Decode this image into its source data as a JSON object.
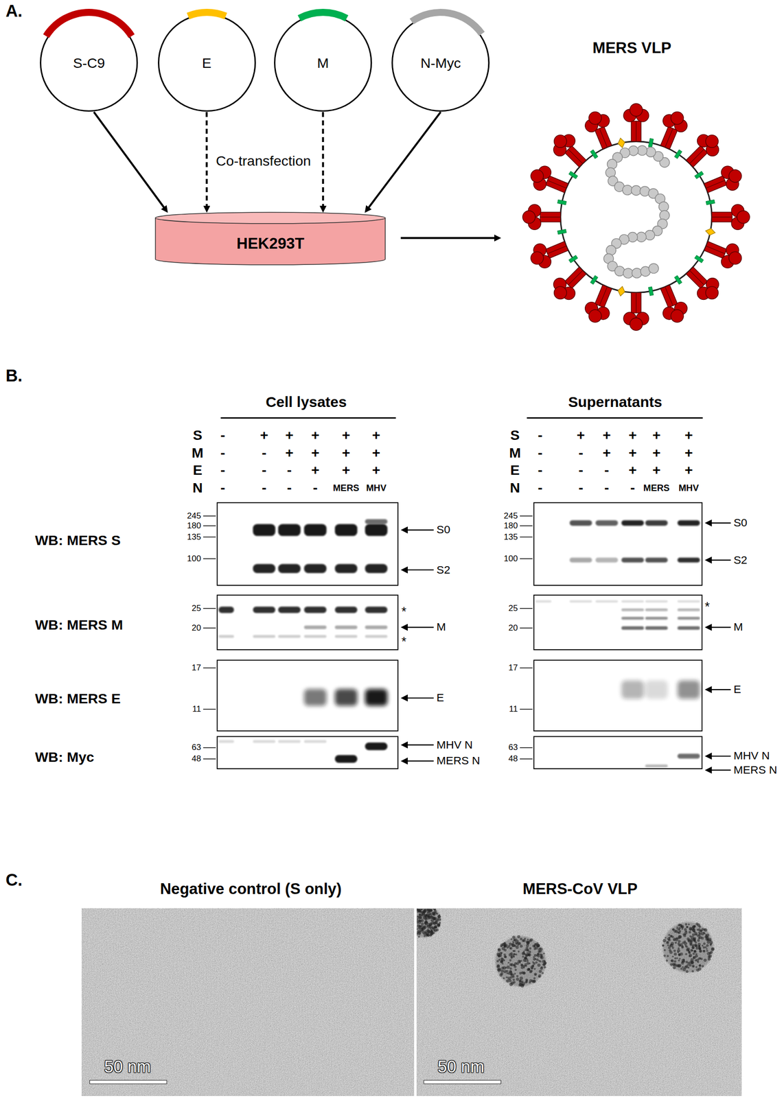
{
  "diagram": {
    "nodes": [
      {
        "text": [
          "S-C9"
        ]
      },
      {
        "text": [
          "E"
        ]
      },
      {
        "text": [
          "M"
        ]
      },
      {
        "text": [
          "N-Myc"
        ]
      },
      {
        "text": [
          "HEK293T"
        ]
      },
      {
        "text": [
          "MERS VLP"
        ]
      }
    ],
    "edges": [
      {
        "from": 0,
        "to": 4,
        "arrow": "to"
      },
      {
        "from": 1,
        "to": 4,
        "arrow": "to"
      },
      {
        "from": 2,
        "to": 4,
        "arrow": "to"
      },
      {
        "from": 3,
        "to": 4,
        "arrow": "to"
      },
      {
        "from": 4,
        "to": 5,
        "arrow": "to"
      }
    ],
    "labels": [
      "A.",
      "Co-transfection",
      "B.",
      "Cell lysates",
      "Supernatants",
      "S",
      "-",
      "+",
      "+",
      "+",
      "+",
      "+",
      "M",
      "-",
      "-",
      "+",
      "+",
      "+",
      "+",
      "E",
      "-",
      "-",
      "-",
      "+",
      "+",
      "+",
      "N",
      "-",
      "-",
      "-",
      "-",
      "MERS",
      "MHV",
      "S",
      "-",
      "+",
      "+",
      "+",
      "+",
      "+",
      "M",
      "-",
      "-",
      "+",
      "+",
      "+",
      "+",
      "E",
      "-",
      "-",
      "-",
      "+",
      "+",
      "+",
      "N",
      "-",
      "-",
      "-",
      "-",
      "MERS",
      "MHV",
      "WB: MERS S",
      "245",
      "180",
      "135",
      "100",
      "S0",
      "S2",
      "245",
      "180",
      "135",
      "100",
      "S0",
      "S2",
      "WB: MERS M",
      "25",
      "20",
      "*",
      "M",
      "*",
      "25",
      "20",
      "*",
      "M",
      "WB: MERS E",
      "17",
      "11",
      "E",
      "17",
      "11",
      "E",
      "WB: Myc",
      "63",
      "48",
      "MHV N",
      "MERS N",
      "63",
      "48",
      "MHV N",
      "MERS N",
      "C.",
      "Negative control (S only)",
      "MERS-CoV VLP",
      "50 nm",
      "50 nm"
    ]
  }
}
